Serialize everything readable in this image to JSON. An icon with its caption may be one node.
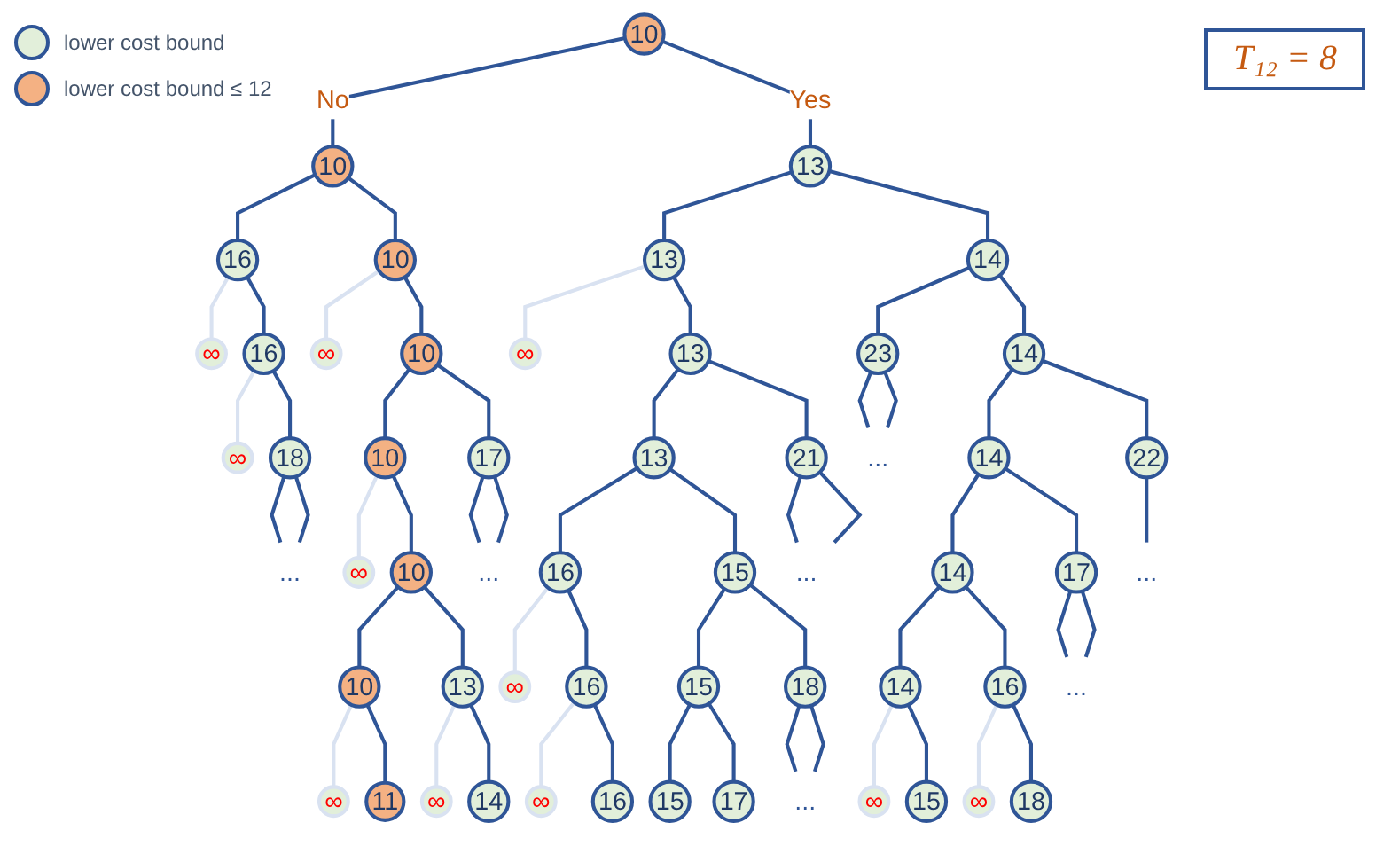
{
  "diagram": {
    "nodes": [
      {
        "text": [
          "10"
        ]
      },
      {
        "text": [
          "10"
        ]
      },
      {
        "text": [
          "13"
        ]
      },
      {
        "text": [
          "16"
        ]
      },
      {
        "text": [
          "10"
        ]
      },
      {
        "text": [
          "13"
        ]
      },
      {
        "text": [
          "14"
        ]
      },
      {
        "text": [
          "∞"
        ]
      },
      {
        "text": [
          "16"
        ]
      },
      {
        "text": [
          "∞"
        ]
      },
      {
        "text": [
          "10"
        ]
      },
      {
        "text": [
          "∞"
        ]
      },
      {
        "text": [
          "13"
        ]
      },
      {
        "text": [
          "23"
        ]
      },
      {
        "text": [
          "14"
        ]
      },
      {
        "text": [
          "∞"
        ]
      },
      {
        "text": [
          "18"
        ]
      },
      {
        "text": [
          "10"
        ]
      },
      {
        "text": [
          "17"
        ]
      },
      {
        "text": [
          "13"
        ]
      },
      {
        "text": [
          "21"
        ]
      },
      {
        "text": [
          "..."
        ]
      },
      {
        "text": [
          "14"
        ]
      },
      {
        "text": [
          "22"
        ]
      },
      {
        "text": [
          "..."
        ]
      },
      {
        "text": [
          "∞"
        ]
      },
      {
        "text": [
          "10"
        ]
      },
      {
        "text": [
          "..."
        ]
      },
      {
        "text": [
          "16"
        ]
      },
      {
        "text": [
          "15"
        ]
      },
      {
        "text": [
          "..."
        ]
      },
      {
        "text": [
          "14"
        ]
      },
      {
        "text": [
          "17"
        ]
      },
      {
        "text": [
          "..."
        ]
      },
      {
        "text": [
          "10"
        ]
      },
      {
        "text": [
          "13"
        ]
      },
      {
        "text": [
          "∞"
        ]
      },
      {
        "text": [
          "16"
        ]
      },
      {
        "text": [
          "15"
        ]
      },
      {
        "text": [
          "18"
        ]
      },
      {
        "text": [
          "14"
        ]
      },
      {
        "text": [
          "16"
        ]
      },
      {
        "text": [
          "..."
        ]
      },
      {
        "text": [
          "∞"
        ]
      },
      {
        "text": [
          "11"
        ]
      },
      {
        "text": [
          "∞"
        ]
      },
      {
        "text": [
          "14"
        ]
      },
      {
        "text": [
          "∞"
        ]
      },
      {
        "text": [
          "16"
        ]
      },
      {
        "text": [
          "15"
        ]
      },
      {
        "text": [
          "17"
        ]
      },
      {
        "text": [
          "..."
        ]
      },
      {
        "text": [
          "∞"
        ]
      },
      {
        "text": [
          "15"
        ]
      },
      {
        "text": [
          "∞"
        ]
      },
      {
        "text": [
          "18"
        ]
      }
    ],
    "labels": [
      "T₁₂ = 8"
    ],
    "edges": [
      {
        "from": 0,
        "to": 1,
        "arrow": "none",
        "label": "No"
      },
      {
        "from": 0,
        "to": 2,
        "arrow": "none",
        "label": "Yes"
      },
      {
        "from": 1,
        "to": 3,
        "arrow": "none"
      },
      {
        "from": 1,
        "to": 4,
        "arrow": "none"
      },
      {
        "from": 2,
        "to": 5,
        "arrow": "none"
      },
      {
        "from": 2,
        "to": 6,
        "arrow": "none"
      },
      {
        "from": 3,
        "to": 7,
        "arrow": "none",
        "color": "#d9e2f1"
      },
      {
        "from": 3,
        "to": 8,
        "arrow": "none"
      },
      {
        "from": 4,
        "to": 9,
        "arrow": "none",
        "color": "#d9e2f1"
      },
      {
        "from": 4,
        "to": 10,
        "arrow": "none"
      },
      {
        "from": 5,
        "to": 11,
        "arrow": "none",
        "color": "#d9e2f1"
      },
      {
        "from": 5,
        "to": 12,
        "arrow": "none"
      },
      {
        "from": 6,
        "to": 13,
        "arrow": "none"
      },
      {
        "from": 6,
        "to": 14,
        "arrow": "none"
      },
      {
        "from": 8,
        "to": 15,
        "arrow": "none",
        "color": "#d9e2f1"
      },
      {
        "from": 8,
        "to": 16,
        "arrow": "none"
      },
      {
        "from": 10,
        "to": 17,
        "arrow": "none"
      },
      {
        "from": 10,
        "to": 18,
        "arrow": "none"
      },
      {
        "from": 12,
        "to": 19,
        "arrow": "none"
      },
      {
        "from": 12,
        "to": 20,
        "arrow": "none"
      },
      {
        "from": 13,
        "to": 21,
        "arrow": "none"
      },
      {
        "from": 13,
        "to": 21,
        "arrow": "none"
      },
      {
        "from": 14,
        "to": 22,
        "arrow": "none"
      },
      {
        "from": 14,
        "to": 23,
        "arrow": "none"
      },
      {
        "from": 16,
        "to": 24,
        "arrow": "none"
      },
      {
        "from": 16,
        "to": 24,
        "arrow": "none"
      },
      {
        "from": 17,
        "to": 25,
        "arrow": "none",
        "color": "#d9e2f1"
      },
      {
        "from": 17,
        "to": 26,
        "arrow": "none"
      },
      {
        "from": 18,
        "to": 27,
        "arrow": "none"
      },
      {
        "from": 18,
        "to": 27,
        "arrow": "none"
      },
      {
        "from": 19,
        "to": 28,
        "arrow": "none"
      },
      {
        "from": 19,
        "to": 29,
        "arrow": "none"
      },
      {
        "from": 20,
        "to": 30,
        "arrow": "none"
      },
      {
        "from": 20,
        "to": 30,
        "arrow": "none"
      },
      {
        "from": 22,
        "to": 31,
        "arrow": "none"
      },
      {
        "from": 22,
        "to": 32,
        "arrow": "none"
      },
      {
        "from": 23,
        "to": 33,
        "arrow": "none"
      },
      {
        "from": 26,
        "to": 34,
        "arrow": "none"
      },
      {
        "from": 26,
        "to": 35,
        "arrow": "none"
      },
      {
        "from": 28,
        "to": 36,
        "arrow": "none",
        "color": "#d9e2f1"
      },
      {
        "from": 28,
        "to": 37,
        "arrow": "none"
      },
      {
        "from": 29,
        "to": 38,
        "arrow": "none"
      },
      {
        "from": 29,
        "to": 39,
        "arrow": "none"
      },
      {
        "from": 31,
        "to": 40,
        "arrow": "none"
      },
      {
        "from": 31,
        "to": 41,
        "arrow": "none"
      },
      {
        "from": 32,
        "to": 42,
        "arrow": "none"
      },
      {
        "from": 32,
        "to": 42,
        "arrow": "none"
      },
      {
        "from": 34,
        "to": 43,
        "arrow": "none",
        "color": "#d9e2f1"
      },
      {
        "from": 34,
        "to": 44,
        "arrow": "none"
      },
      {
        "from": 35,
        "to": 45,
        "arrow": "none",
        "color": "#d9e2f1"
      },
      {
        "from": 35,
        "to": 46,
        "arrow": "none"
      },
      {
        "from": 37,
        "to": 47,
        "arrow": "none",
        "color": "#d9e2f1"
      },
      {
        "from": 37,
        "to": 48,
        "arrow": "none"
      },
      {
        "from": 38,
        "to": 49,
        "arrow": "none"
      },
      {
        "from": 38,
        "to": 50,
        "arrow": "none"
      },
      {
        "from": 39,
        "to": 51,
        "arrow": "none"
      },
      {
        "from": 39,
        "to": 51,
        "arrow": "none"
      },
      {
        "from": 40,
        "to": 52,
        "arrow": "none",
        "color": "#d9e2f1"
      },
      {
        "from": 40,
        "to": 53,
        "arrow": "none"
      },
      {
        "from": 41,
        "to": 54,
        "arrow": "none",
        "color": "#d9e2f1"
      },
      {
        "from": 41,
        "to": 55,
        "arrow": "none"
      }
    ],
    "legend": [
      {
        "text": "lower cost bound",
        "color": "#e2efda"
      },
      {
        "text": "lower cost bound ≤ 12",
        "color": "#f4b183"
      }
    ]
  }
}
